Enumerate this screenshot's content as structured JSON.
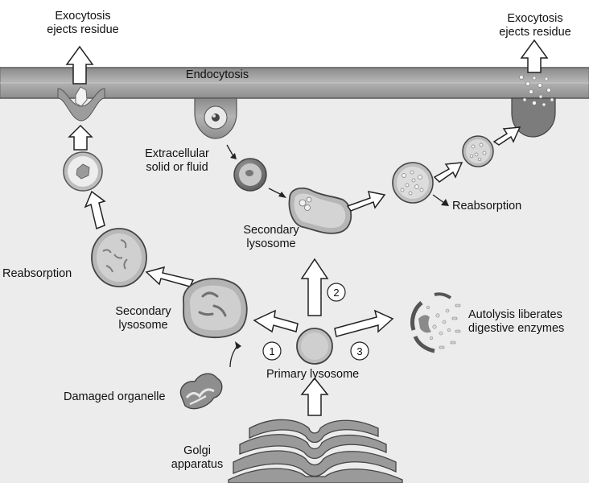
{
  "labels": {
    "exocytosis_left": {
      "line1": "Exocytosis",
      "line2": "ejects residue"
    },
    "exocytosis_right": {
      "line1": "Exocytosis",
      "line2": "ejects residue"
    },
    "endocytosis": "Endocytosis",
    "extracellular": {
      "line1": "Extracellular",
      "line2": "solid or fluid"
    },
    "secondary_lysosome_top": {
      "line1": "Secondary",
      "line2": "lysosome"
    },
    "secondary_lysosome_left": {
      "line1": "Secondary",
      "line2": "lysosome"
    },
    "reabsorption_left": "Reabsorption",
    "reabsorption_right": "Reabsorption",
    "autolysis": {
      "line1": "Autolysis liberates",
      "line2": "digestive enzymes"
    },
    "primary_lysosome": "Primary lysosome",
    "damaged_organelle": "Damaged organelle",
    "golgi": {
      "line1": "Golgi",
      "line2": "apparatus"
    }
  },
  "pathway_numbers": {
    "one": "1",
    "two": "2",
    "three": "3"
  },
  "colors": {
    "membrane": "#a3a3a3",
    "cytoplasm": "#ebebeb",
    "vesicle_fill": "#c9c9c9",
    "vesicle_stroke": "#555555",
    "arrow_fill": "#ffffff",
    "arrow_stroke": "#222222"
  }
}
